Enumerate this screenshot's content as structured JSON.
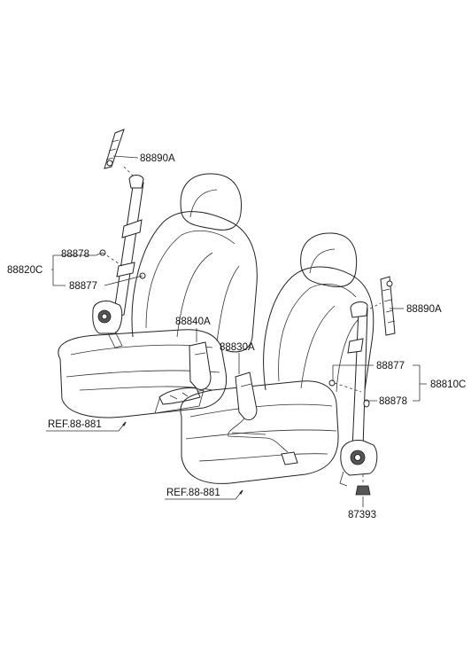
{
  "labels": {
    "p88890A_left": "88890A",
    "p88878_left": "88878",
    "p88820C": "88820C",
    "p88877_left": "88877",
    "p88840A": "88840A",
    "p88830A": "88830A",
    "p88890A_right": "88890A",
    "p88877_right": "88877",
    "p88810C": "88810C",
    "p88878_right": "88878",
    "p87393": "87393",
    "ref_left": "REF.88-881",
    "ref_right": "REF.88-881"
  }
}
